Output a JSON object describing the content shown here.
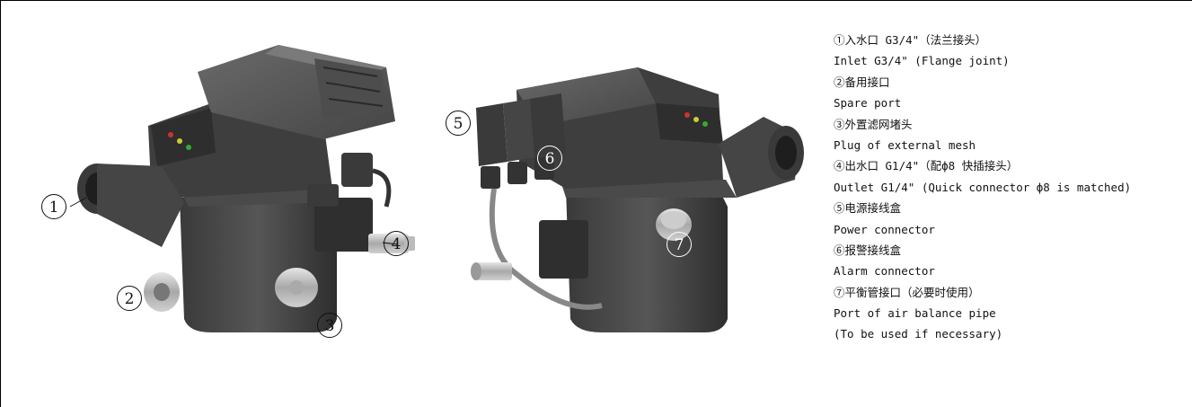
{
  "callouts": {
    "c1": "1",
    "c2": "2",
    "c3": "3",
    "c4": "4",
    "c5": "5",
    "c6": "6",
    "c7": "7"
  },
  "legend": [
    "①入水口 G3/4\"（法兰接头）",
    "Inlet G3/4\" (Flange joint)",
    "②备用接口",
    "Spare port",
    "③外置滤网堵头",
    "Plug of external mesh",
    "④出水口 G1/4\"（配ф8 快插接头）",
    "Outlet G1/4\" (Quick connector ф8 is matched)",
    "⑤电源接线盒",
    "Power connector",
    "⑥报警接线盒",
    "Alarm connector",
    "⑦平衡管接口（必要时使用）",
    "Port of air balance pipe",
    "(To be used if necessary)"
  ]
}
